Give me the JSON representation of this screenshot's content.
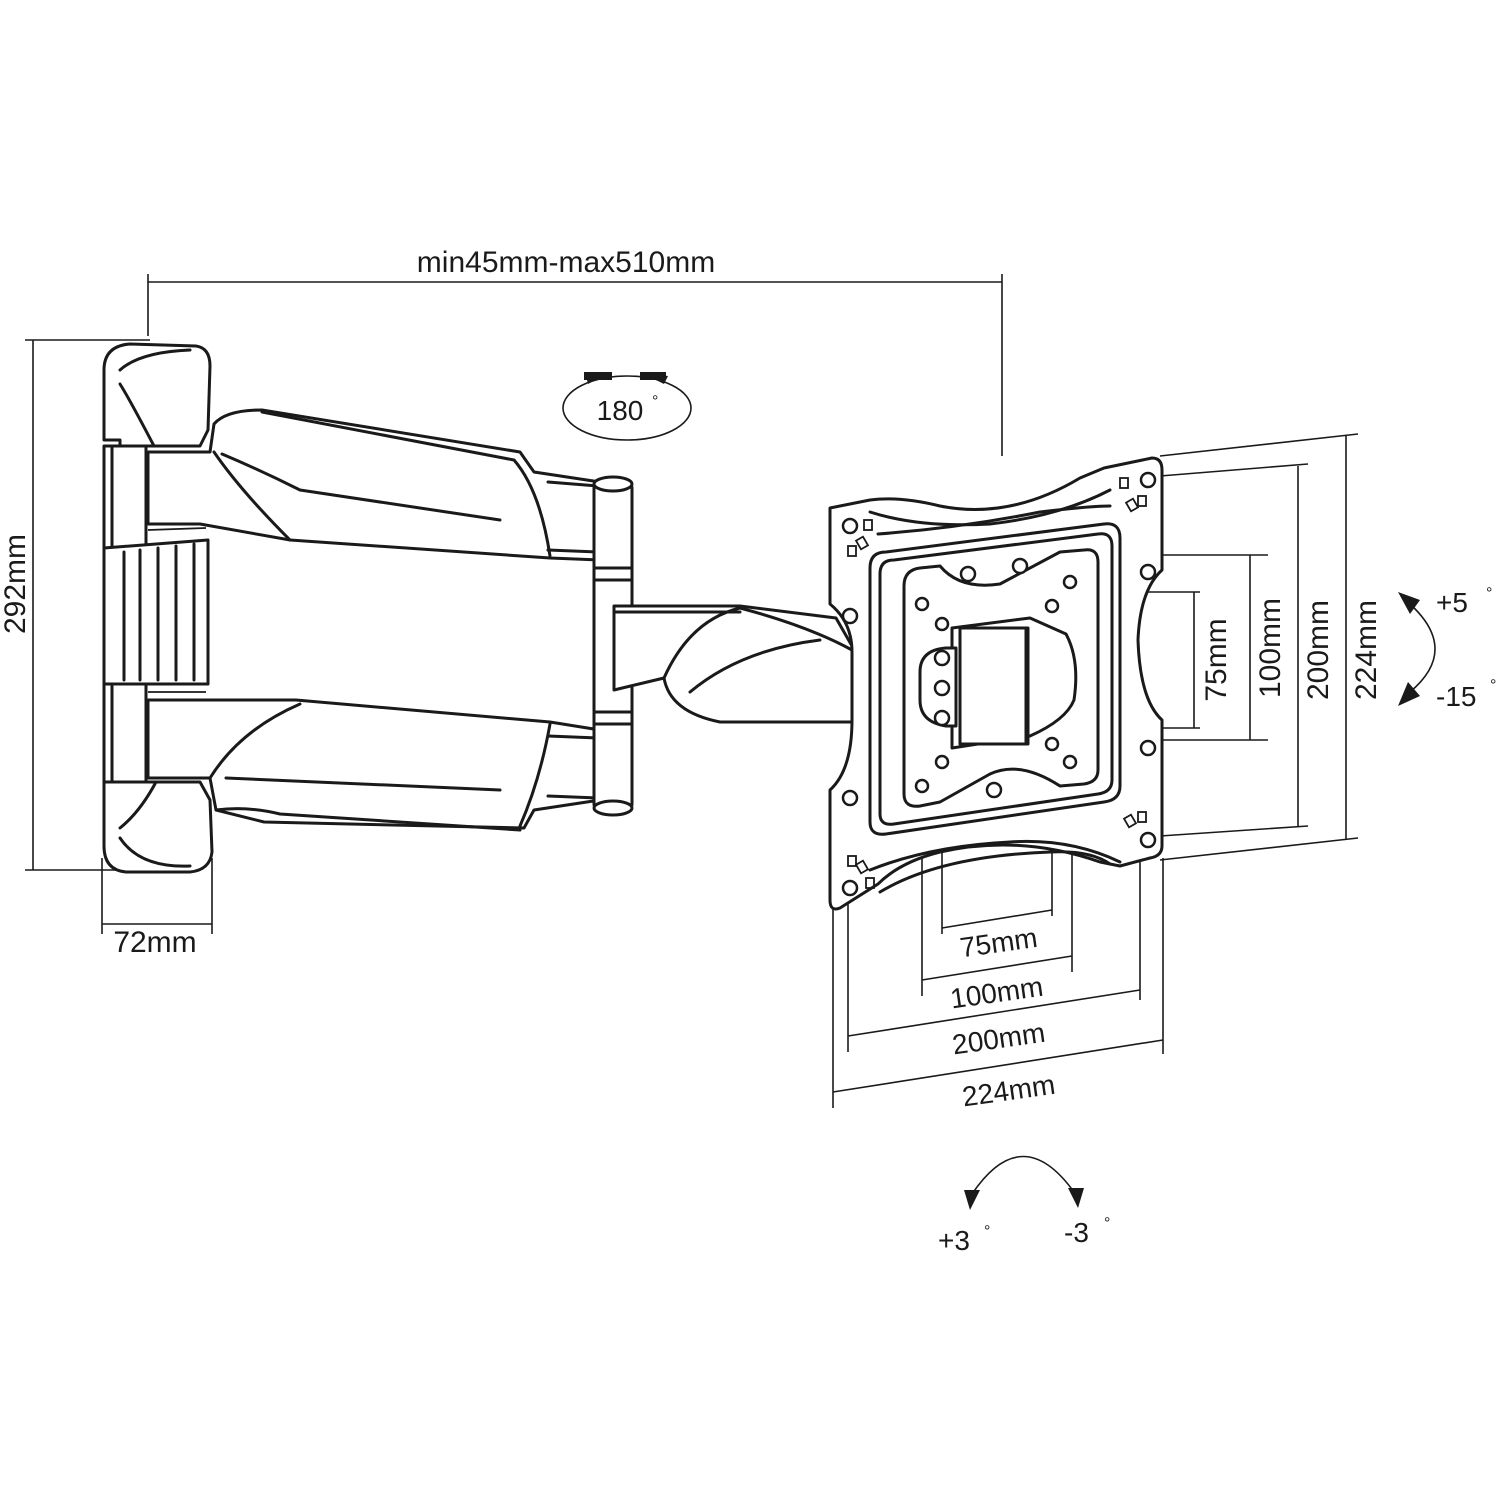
{
  "dimensions": {
    "extension": "min45mm-max510mm",
    "wall_plate_height": "292mm",
    "wall_plate_depth": "72mm",
    "vesa_v_75": "75mm",
    "vesa_v_100": "100mm",
    "vesa_v_200": "200mm",
    "vesa_v_224": "224mm",
    "vesa_h_75": "75mm",
    "vesa_h_100": "100mm",
    "vesa_h_200": "200mm",
    "vesa_h_224": "224mm"
  },
  "rotation": {
    "swivel": "180",
    "tilt_up": "+5",
    "tilt_down": "-15",
    "level_plus": "+3",
    "level_minus": "-3",
    "degree_symbol": "°"
  }
}
